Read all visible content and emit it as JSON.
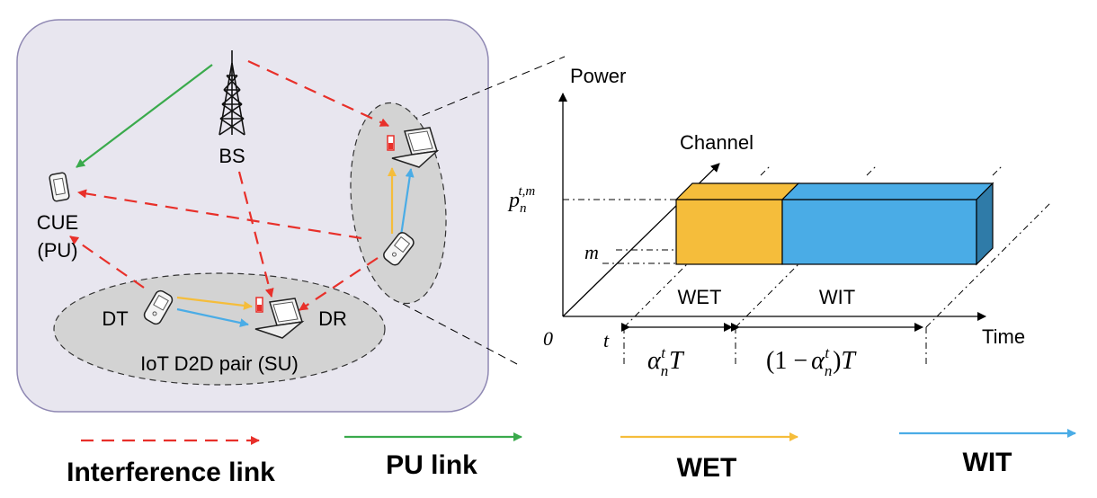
{
  "nodes": {
    "bs": "BS",
    "cue_line1": "CUE",
    "cue_line2": "(PU)",
    "dt": "DT",
    "dr": "DR",
    "pair_label": "IoT D2D pair (SU)"
  },
  "timing": {
    "power_axis": "Power",
    "channel_axis": "Channel",
    "time_axis": "Time",
    "origin": "0",
    "t_tick": "t",
    "m_tick": "m",
    "p_base": "p",
    "p_sub": "n",
    "p_sup": "t,m",
    "wet_block": "WET",
    "wit_block": "WIT",
    "alpha_base": "α",
    "alpha_sub": "n",
    "alpha_sup": "t",
    "alpha_T": "T",
    "wit_dur_open": "(1 −",
    "wit_dur_close": ")",
    "wit_dur_T": "T"
  },
  "legend": {
    "interference": "Interference link",
    "pu": "PU link",
    "wet": "WET",
    "wit": "WIT"
  },
  "colors": {
    "interference": "#e8302a",
    "pu_link": "#3aaa4c",
    "wet": "#f5bd3b",
    "wit": "#4aace6",
    "cell_fill": "#e8e6ef",
    "cell_stroke": "#8f88b3",
    "cluster_fill": "#d3d3d3"
  }
}
